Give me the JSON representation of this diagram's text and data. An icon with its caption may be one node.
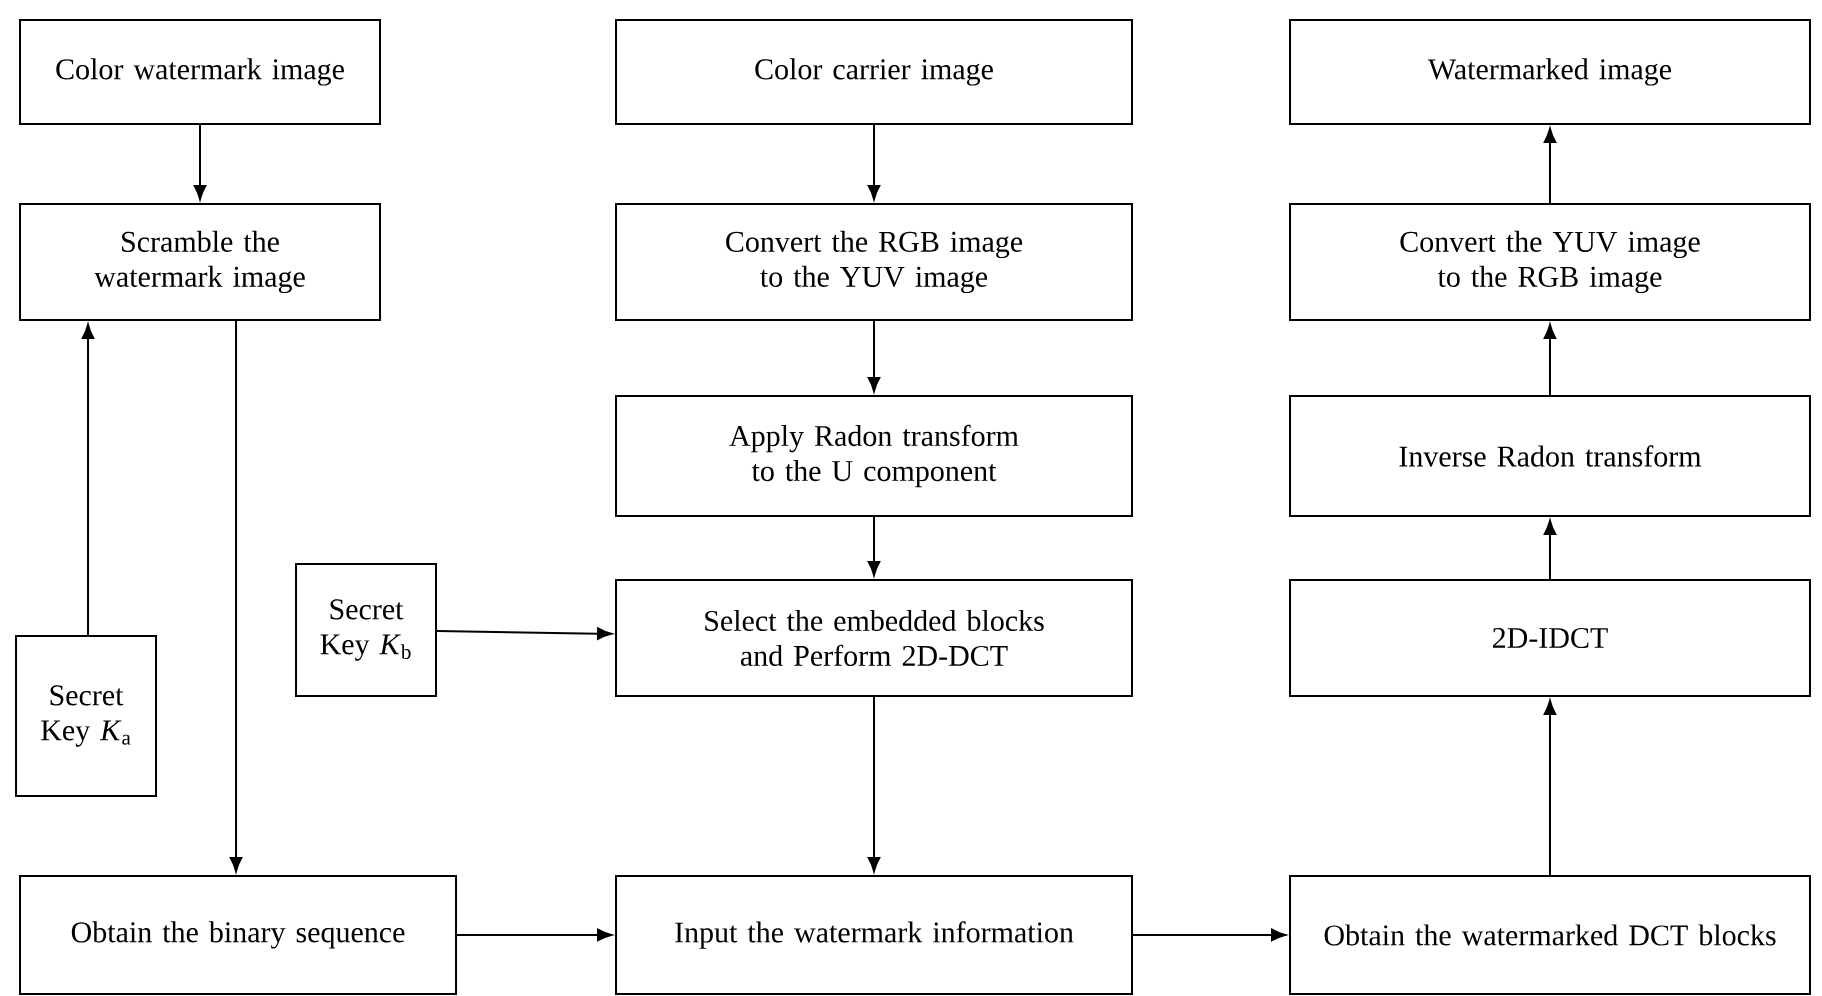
{
  "diagram": {
    "nodes": [
      {
        "text": [
          "Color watermark image"
        ]
      },
      {
        "text": [
          "Scramble the watermark image"
        ]
      },
      {
        "text": [
          "Secret Key *K*$_{a}$"
        ]
      },
      {
        "text": [
          "Obtain the binary sequence"
        ]
      },
      {
        "text": [
          "Color carrier image"
        ]
      },
      {
        "text": [
          "Convert the RGB image to the YUV image"
        ]
      },
      {
        "text": [
          "Apply Radon transform to the U component"
        ]
      },
      {
        "text": [
          "Secret Key *K*$_{b}$"
        ]
      },
      {
        "text": [
          "Select the embedded blocks and Perform 2D-DCT"
        ]
      },
      {
        "text": [
          "Input the watermark information"
        ]
      },
      {
        "text": [
          "Watermarked image"
        ]
      },
      {
        "text": [
          "Convert the YUV image to the RGB image"
        ]
      },
      {
        "text": [
          "Inverse Radon transform"
        ]
      },
      {
        "text": [
          "2D-IDCT"
        ]
      },
      {
        "text": [
          "Obtain the watermarked DCT blocks"
        ]
      }
    ],
    "edges": [
      {
        "from": 0,
        "to": 1,
        "arrow": "to"
      },
      {
        "from": 2,
        "to": 1,
        "arrow": "to"
      },
      {
        "from": 1,
        "to": 3,
        "arrow": "to"
      },
      {
        "from": 3,
        "to": 9,
        "arrow": "to"
      },
      {
        "from": 4,
        "to": 5,
        "arrow": "to"
      },
      {
        "from": 5,
        "to": 6,
        "arrow": "to"
      },
      {
        "from": 6,
        "to": 8,
        "arrow": "to"
      },
      {
        "from": 7,
        "to": 8,
        "arrow": "to"
      },
      {
        "from": 8,
        "to": 9,
        "arrow": "to"
      },
      {
        "from": 9,
        "to": 14,
        "arrow": "to"
      },
      {
        "from": 14,
        "to": 13,
        "arrow": "to"
      },
      {
        "from": 13,
        "to": 12,
        "arrow": "to"
      },
      {
        "from": 12,
        "to": 11,
        "arrow": "to"
      },
      {
        "from": 11,
        "to": 10,
        "arrow": "to"
      }
    ]
  }
}
